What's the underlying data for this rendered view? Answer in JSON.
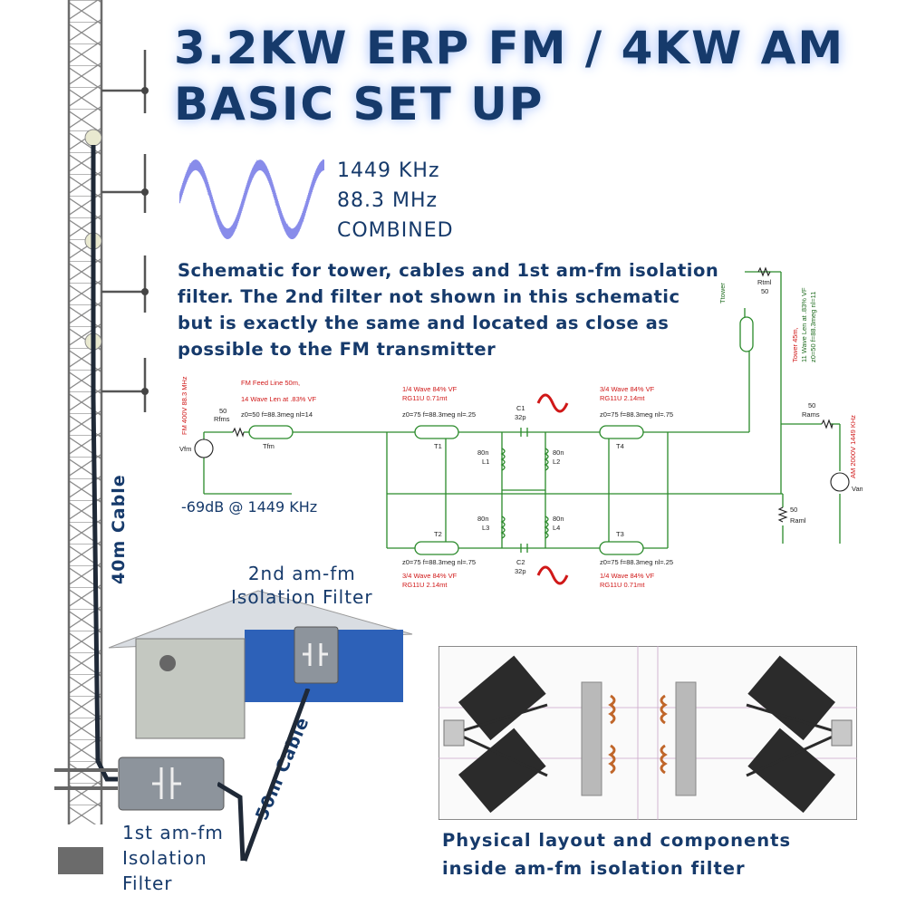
{
  "title": {
    "line1": "3.2KW ERP FM / 4KW AM",
    "line2": "BASIC SET UP"
  },
  "signals": {
    "line1": "1449 KHz",
    "line2": "88.3 MHz",
    "line3": "COMBINED"
  },
  "description": "Schematic for tower, cables and 1st am-fm isolation filter. The 2nd filter not shown in this schematic but is exactly the same and located as close as possible to the FM transmitter",
  "attenuation": "-69dB @ 1449 KHz",
  "cables": {
    "cable40": "40m Cable",
    "cable50": "50m Cable"
  },
  "filters": {
    "second_line1": "2nd am-fm",
    "second_line2": "Isolation Filter",
    "first_line1": "1st am-fm",
    "first_line2": "Isolation",
    "first_line3": "Filter"
  },
  "physical_caption": {
    "line1": "Physical layout and components",
    "line2": "inside am-fm isolation filter"
  },
  "schematic": {
    "fm_source": "FM 400V 88.3 MHz",
    "vfm": "Vfm",
    "rfm_value": "50",
    "rfm": "Rfms",
    "fm_feed_line": "FM Feed Line 50m,",
    "fm_feed_len": "14 Wave Len at .83% VF",
    "tfm_params": "z0=50 f=88.3meg nl=14",
    "tfm": "Tfm",
    "t1_top1": "1/4 Wave 84% VF",
    "t1_top2": "RG11U 0.71mt",
    "t1_params": "z0=75 f=88.3meg nl=.25",
    "t1": "T1",
    "t2": "T2",
    "t2_params": "z0=75 f=88.3meg nl=.75",
    "t2_bot1": "3/4 Wave 84% VF",
    "t2_bot2": "RG11U 2.14mt",
    "c1": "C1",
    "c1v": "32p",
    "c2": "C2",
    "c2v": "32p",
    "l1v": "80n",
    "l1": "L1",
    "l2v": "80n",
    "l2": "L2",
    "l3v": "80n",
    "l3": "L3",
    "l4v": "80n",
    "l4": "L4",
    "t4_top1": "3/4 Wave 84% VF",
    "t4_top2": "RG11U 2.14mt",
    "t4_params": "z0=75 f=88.3meg nl=.75",
    "t4": "T4",
    "t3": "T3",
    "t3_params": "z0=75 f=88.3meg nl=.25",
    "t3_bot1": "1/4 Wave 84% VF",
    "t3_bot2": "RG11U 0.71mt",
    "ttower": "Ttower",
    "rtml": "Rtml",
    "rtml_v": "50",
    "tower_side1": "Tower 45m,",
    "tower_side2": "11 Wave Len at .83% VF",
    "tower_side3": "z0=50 f=88.3meg nl=11",
    "rams_v": "50",
    "rams": "Rams",
    "am_source": "AM 2000V 1449 KHz",
    "vam": "Vam",
    "raml_v": "50",
    "raml": "Raml"
  }
}
